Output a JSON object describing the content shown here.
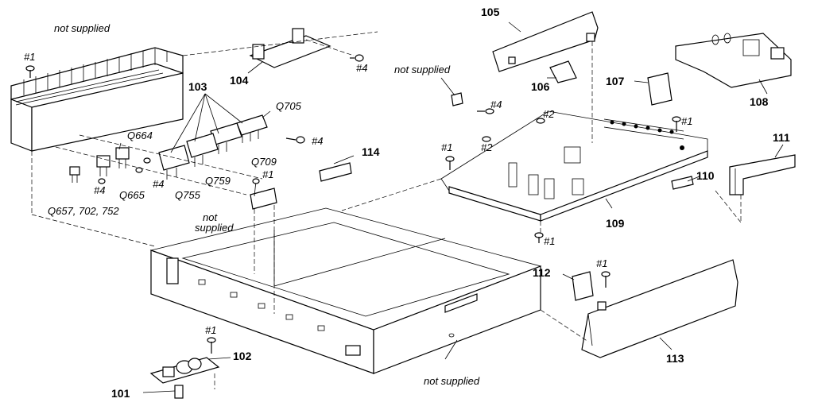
{
  "diagram": {
    "part_numbers": {
      "p101": "101",
      "p102": "102",
      "p103": "103",
      "p104": "104",
      "p105": "105",
      "p106": "106",
      "p107": "107",
      "p108": "108",
      "p109": "109",
      "p110": "110",
      "p111": "111",
      "p112": "112",
      "p113": "113",
      "p114": "114"
    },
    "transistors": {
      "q705": "Q705",
      "q664": "Q664",
      "q709": "Q709",
      "q759": "Q759",
      "q665": "Q665",
      "q755": "Q755",
      "q657_group": "Q657, 702, 752"
    },
    "screws": {
      "s1": "#1",
      "s2": "#2",
      "s4": "#4"
    },
    "notes": {
      "not_supplied": "not supplied",
      "not": "not",
      "supplied": "supplied"
    }
  }
}
